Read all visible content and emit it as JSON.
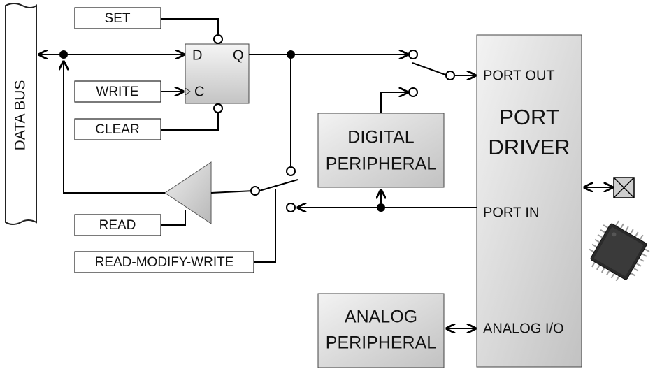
{
  "bus": {
    "label": "DATA BUS"
  },
  "signals": {
    "set": "SET",
    "write": "WRITE",
    "clear": "CLEAR",
    "read": "READ",
    "rmw": "READ-MODIFY-WRITE"
  },
  "flipflop": {
    "d": "D",
    "q": "Q",
    "c": "C"
  },
  "digital_peripheral": {
    "line1": "DIGITAL",
    "line2": "PERIPHERAL"
  },
  "analog_peripheral": {
    "line1": "ANALOG",
    "line2": "PERIPHERAL"
  },
  "port_driver": {
    "title1": "PORT",
    "title2": "DRIVER",
    "port_out": "PORT OUT",
    "port_in": "PORT IN",
    "analog_io": "ANALOG I/O"
  },
  "icons": [
    "chip-icon",
    "pin-icon"
  ],
  "colors": {
    "gradient_light": "#f4f4f4",
    "gradient_dark": "#bdbdbd",
    "wire": "#000000"
  }
}
